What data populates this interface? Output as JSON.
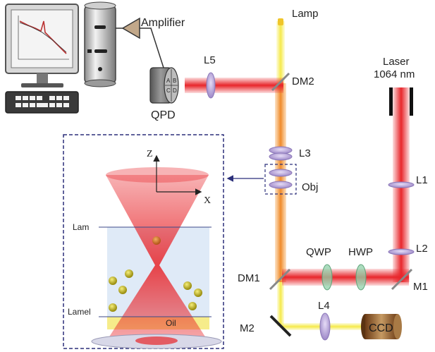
{
  "labels": {
    "lamp": "Lamp",
    "amplifier": "Amplifier",
    "l5": "L5",
    "dm2": "DM2",
    "laser_line1": "Laser",
    "laser_line2": "1064 nm",
    "qpd": "QPD",
    "qpd_quadrants": [
      "A",
      "B",
      "C",
      "D"
    ],
    "l3": "L3",
    "obj": "Obj",
    "l1": "L1",
    "l2": "L2",
    "qwp": "QWP",
    "hwp": "HWP",
    "dm1": "DM1",
    "m1": "M1",
    "m2": "M2",
    "l4": "L4",
    "ccd": "CCD"
  },
  "inset": {
    "axis_z": "Z",
    "axis_x": "X",
    "lam": "Lam",
    "lamel": "Lamel",
    "oil": "Oil"
  },
  "colors": {
    "laser_beam": "#e8262b",
    "lamp_beam": "#f4ee5a",
    "inset_border": "#2b2f7a",
    "lens": "#b6a6d8"
  }
}
